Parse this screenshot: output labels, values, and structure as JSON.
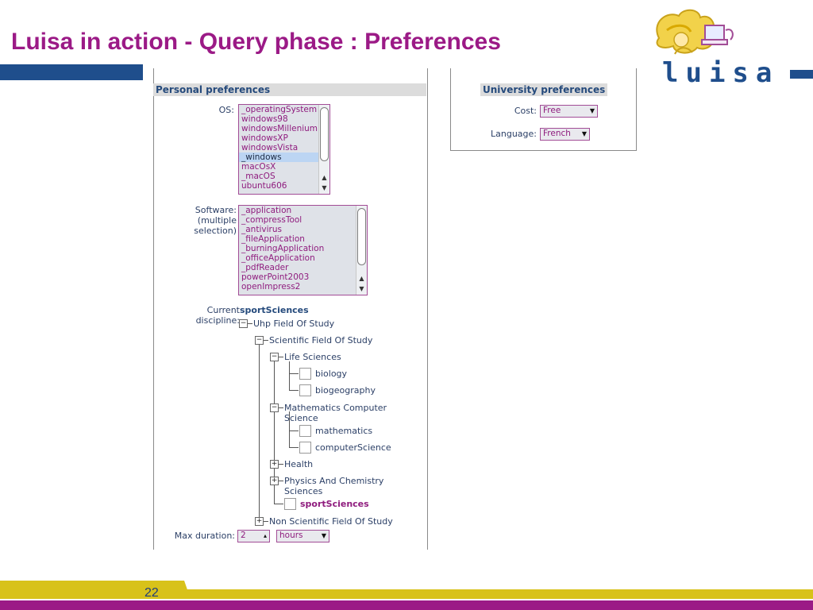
{
  "slide": {
    "title": "Luisa in action - Query phase : Preferences",
    "page_number": "22",
    "logo_text": "luisa",
    "colors": {
      "title": "#9b1a86",
      "brand_blue": "#1f4e8c",
      "accent_yellow": "#d8c21a"
    }
  },
  "personal": {
    "header": "Personal preferences",
    "os": {
      "label": "OS:",
      "options": [
        "_operatingSystem",
        "windows98",
        "windowsMillenium",
        "windowsXP",
        "windowsVista",
        "_windows",
        "macOsX",
        "_macOS",
        "ubuntu606"
      ],
      "selected": "_windows"
    },
    "software": {
      "label_line1": "Software:",
      "label_line2": "(multiple",
      "label_line3": "selection)",
      "options": [
        "_application",
        "_compressTool",
        "_antivirus",
        "_fileApplication",
        "_burningApplication",
        "_officeApplication",
        "_pdfReader",
        "powerPoint2003",
        "openImpress2"
      ]
    },
    "discipline": {
      "label_line1": "Current",
      "label_line2": "discipline:",
      "current_value": "sportSciences",
      "tree": {
        "root": "Uhp Field Of Study",
        "scientific": "Scientific Field Of Study",
        "life": "Life Sciences",
        "biology": "biology",
        "biogeography": "biogeography",
        "math_line1": "Mathematics Computer",
        "math_line2": "Science",
        "mathematics": "mathematics",
        "computer_science": "computerScience",
        "health": "Health",
        "physics_line1": "Physics And Chemistry",
        "physics_line2": "Sciences",
        "sport": "sportSciences",
        "non_scientific": "Non Scientific Field Of Study"
      }
    },
    "max_duration": {
      "label": "Max duration:",
      "value": "2",
      "unit": "hours"
    }
  },
  "university": {
    "header": "University preferences",
    "cost": {
      "label": "Cost:",
      "value": "Free"
    },
    "language": {
      "label": "Language:",
      "value": "French"
    }
  }
}
